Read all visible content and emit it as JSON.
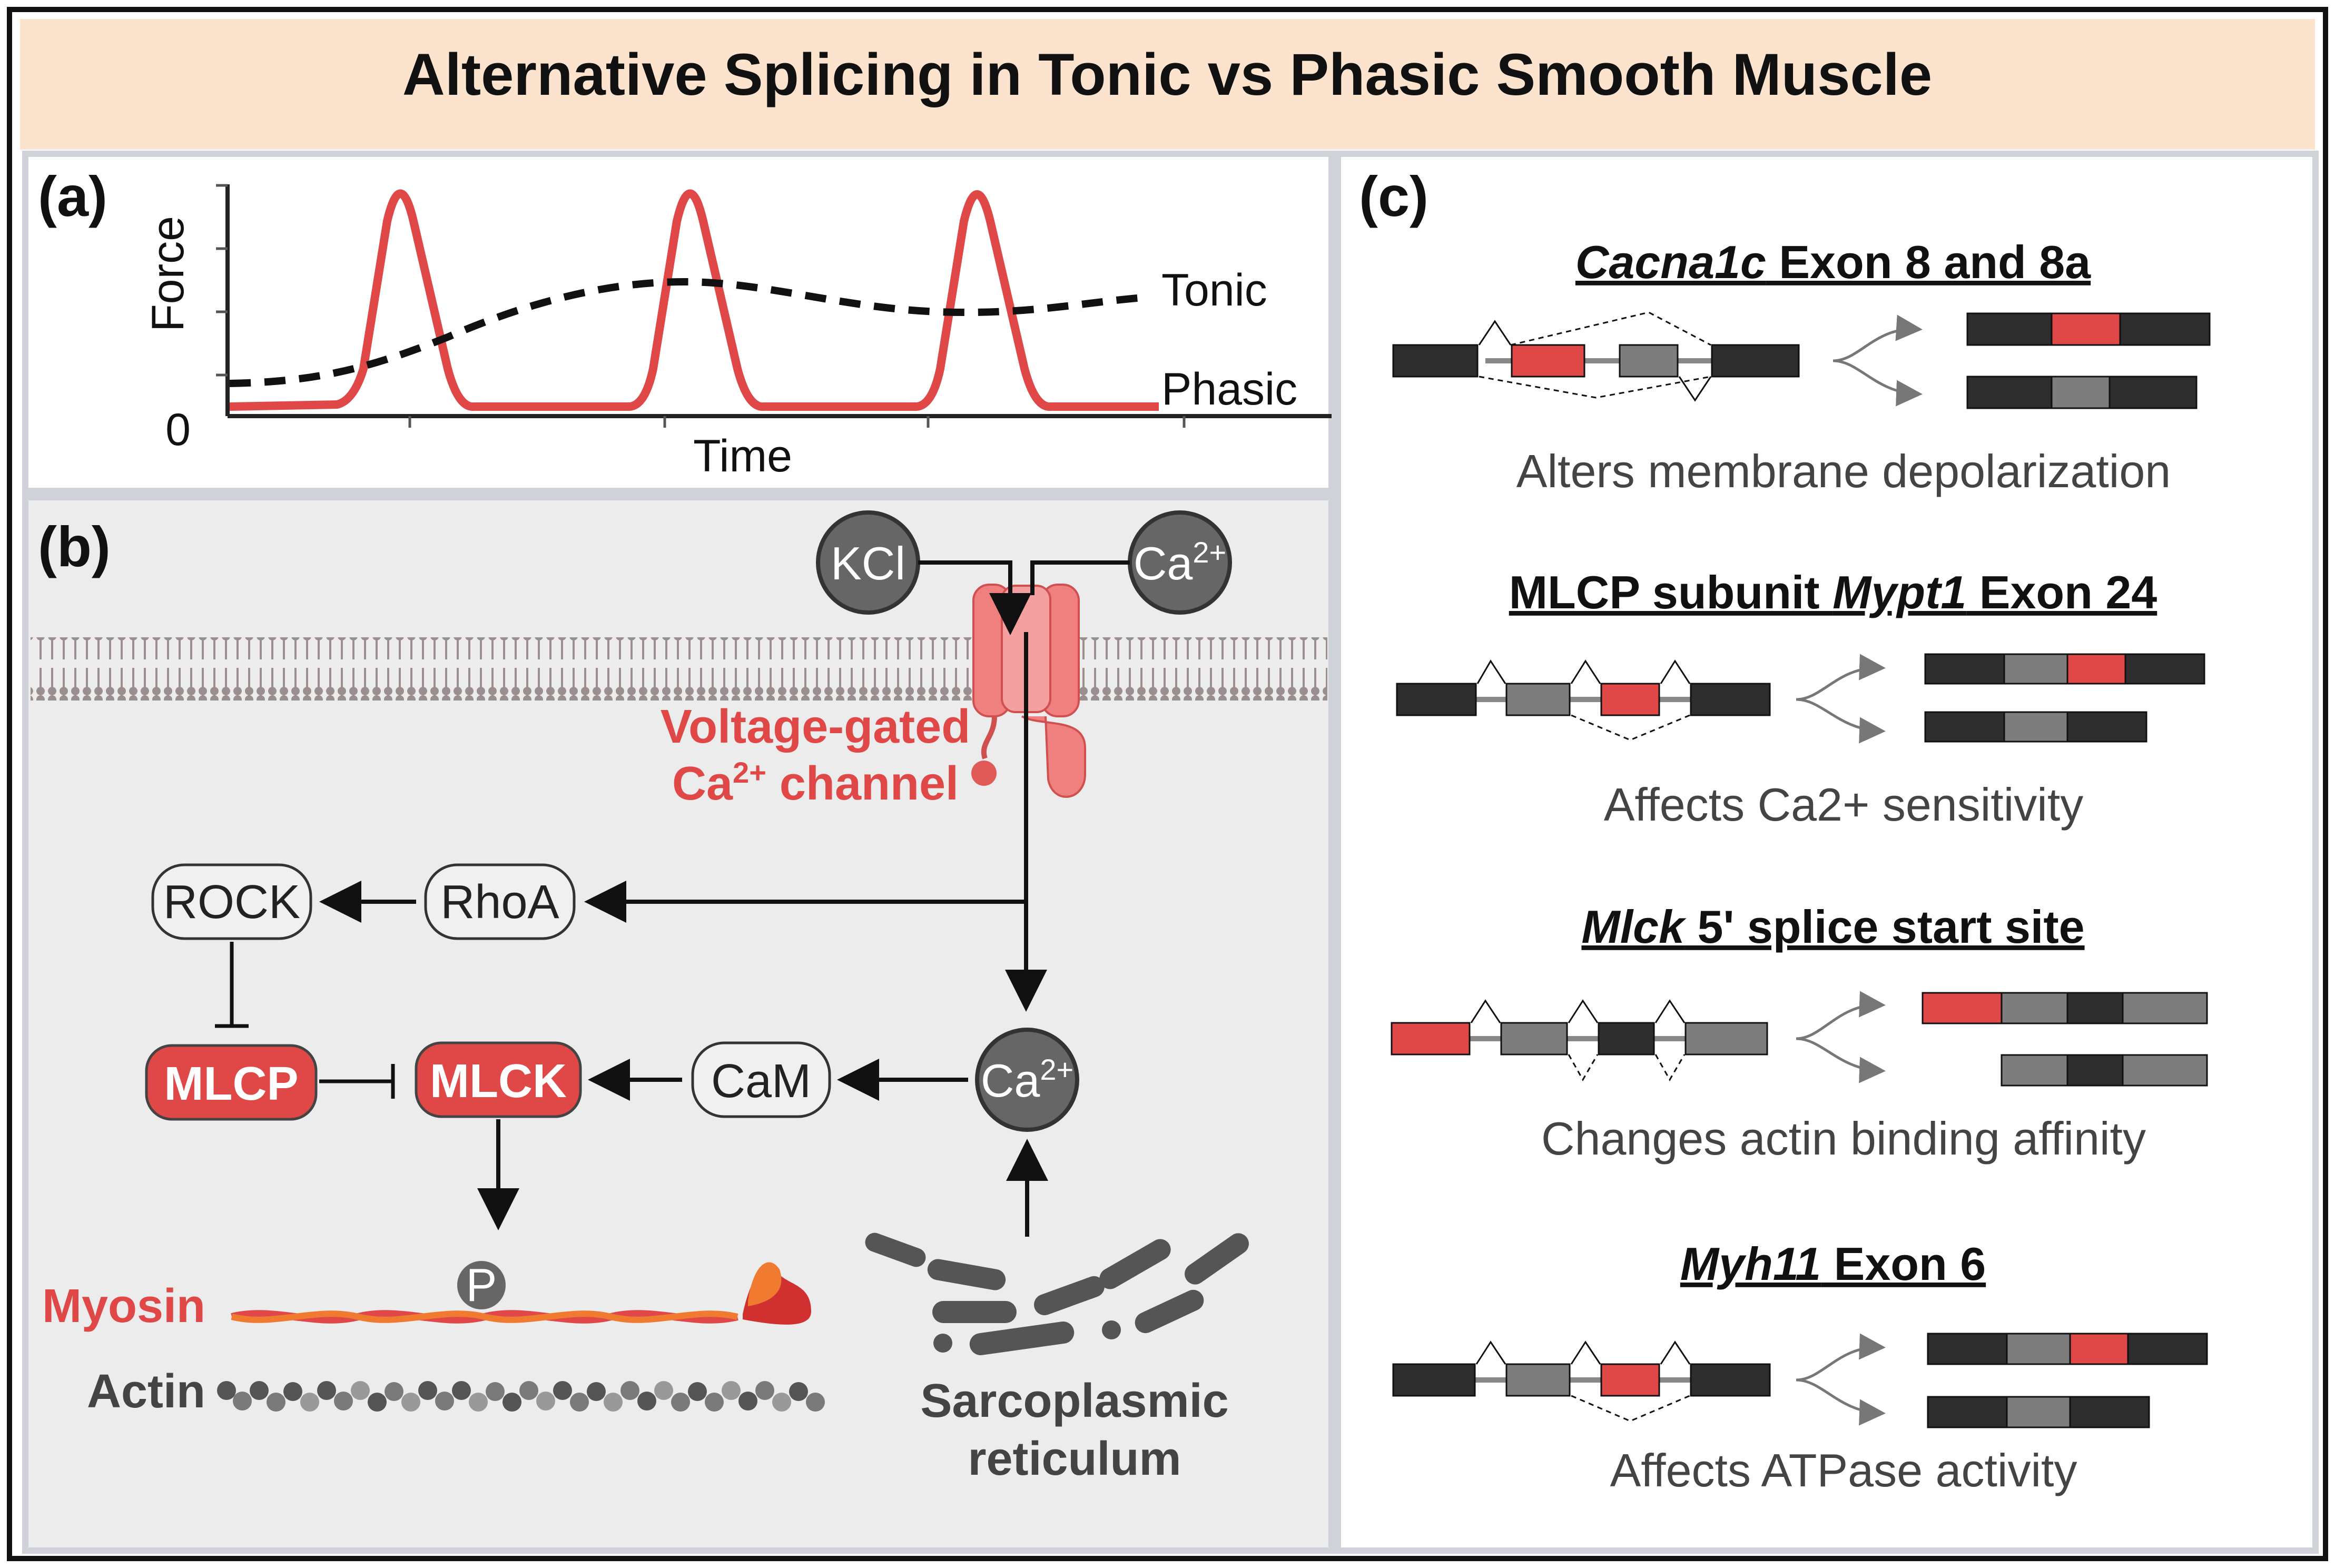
{
  "title": "Alternative Splicing in Tonic vs Phasic Smooth Muscle",
  "panel_a": {
    "label": "(a)",
    "y_axis": "Force",
    "x_axis": "Time",
    "origin": "0",
    "tonic": "Tonic",
    "phasic": "Phasic"
  },
  "panel_b": {
    "label": "(b)",
    "kcl": "KCl",
    "ca": "Ca",
    "ca_sup": "2+",
    "channel_line1": "Voltage-gated",
    "channel_line2_pre": "Ca",
    "channel_line2_sup": "2+",
    "channel_line2_post": " channel",
    "rock": "ROCK",
    "rhoa": "RhoA",
    "mlcp": "MLCP",
    "mlck": "MLCK",
    "cam": "CaM",
    "phospho": "P",
    "myosin": "Myosin",
    "actin": "Actin",
    "sr_line1": "Sarcoplasmic",
    "sr_line2": "reticulum"
  },
  "panel_c": {
    "label": "(c)",
    "genes": [
      {
        "gene": "Cacna1c",
        "rest": " Exon 8 and 8a",
        "prefix": "",
        "effect": "Alters membrane depolarization"
      },
      {
        "gene": "Mypt1",
        "rest": " Exon 24",
        "prefix": "MLCP subunit ",
        "effect": "Affects Ca2+ sensitivity"
      },
      {
        "gene": "Mlck",
        "rest": " 5' splice start site",
        "prefix": "",
        "effect": "Changes actin binding affinity"
      },
      {
        "gene": "Myh11",
        "rest": " Exon 6",
        "prefix": "",
        "effect": "Affects ATPase activity"
      }
    ]
  },
  "colors": {
    "red": "#e04848",
    "header_bg": "#fbe3cd",
    "panel_bg": "#ececec",
    "dark_exon": "#2e2e2e",
    "grey_exon": "#7d7d7d"
  }
}
